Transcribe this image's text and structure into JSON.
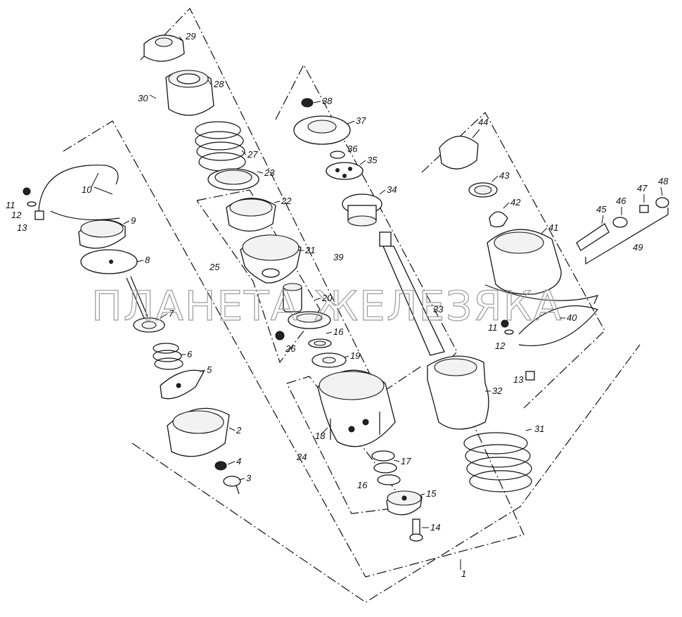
{
  "watermark": "ПЛАНЕТА ЖЕЛЕЗЯКА",
  "callouts": [
    "1",
    "2",
    "3",
    "4",
    "5",
    "6",
    "7",
    "8",
    "9",
    "10",
    "11",
    "12",
    "13",
    "14",
    "15",
    "16",
    "16",
    "17",
    "18",
    "19",
    "20",
    "21",
    "22",
    "23",
    "24",
    "25",
    "26",
    "27",
    "28",
    "29",
    "30",
    "31",
    "32",
    "33",
    "34",
    "35",
    "36",
    "37",
    "38",
    "39",
    "40",
    "41",
    "42",
    "43",
    "44",
    "45",
    "46",
    "47",
    "48",
    "49",
    "11",
    "12",
    "13"
  ]
}
